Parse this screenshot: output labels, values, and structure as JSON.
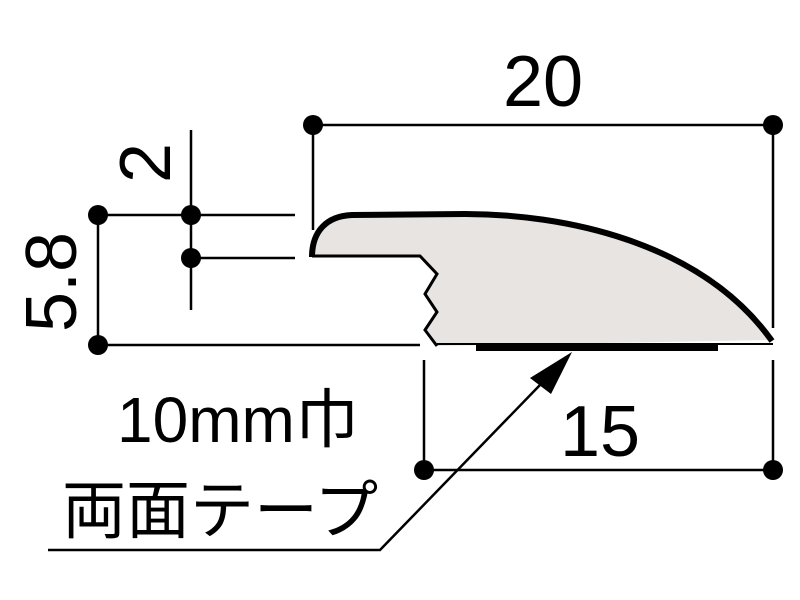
{
  "drawing": {
    "title": "Reducer profile cross-section",
    "colors": {
      "line": "#000000",
      "profile_fill": "#e8e4e2",
      "background": "#ffffff"
    }
  },
  "dimensions": {
    "overall_width": {
      "value": "20",
      "unit": "mm"
    },
    "base_width": {
      "value": "15",
      "unit": "mm"
    },
    "overall_height": {
      "value": "5.8",
      "unit": "mm"
    },
    "lip_thickness": {
      "value": "2",
      "unit": "mm"
    }
  },
  "callout": {
    "line1": "10mm巾",
    "line2": "両面テープ",
    "meaning": "10mm-wide double-sided tape"
  }
}
